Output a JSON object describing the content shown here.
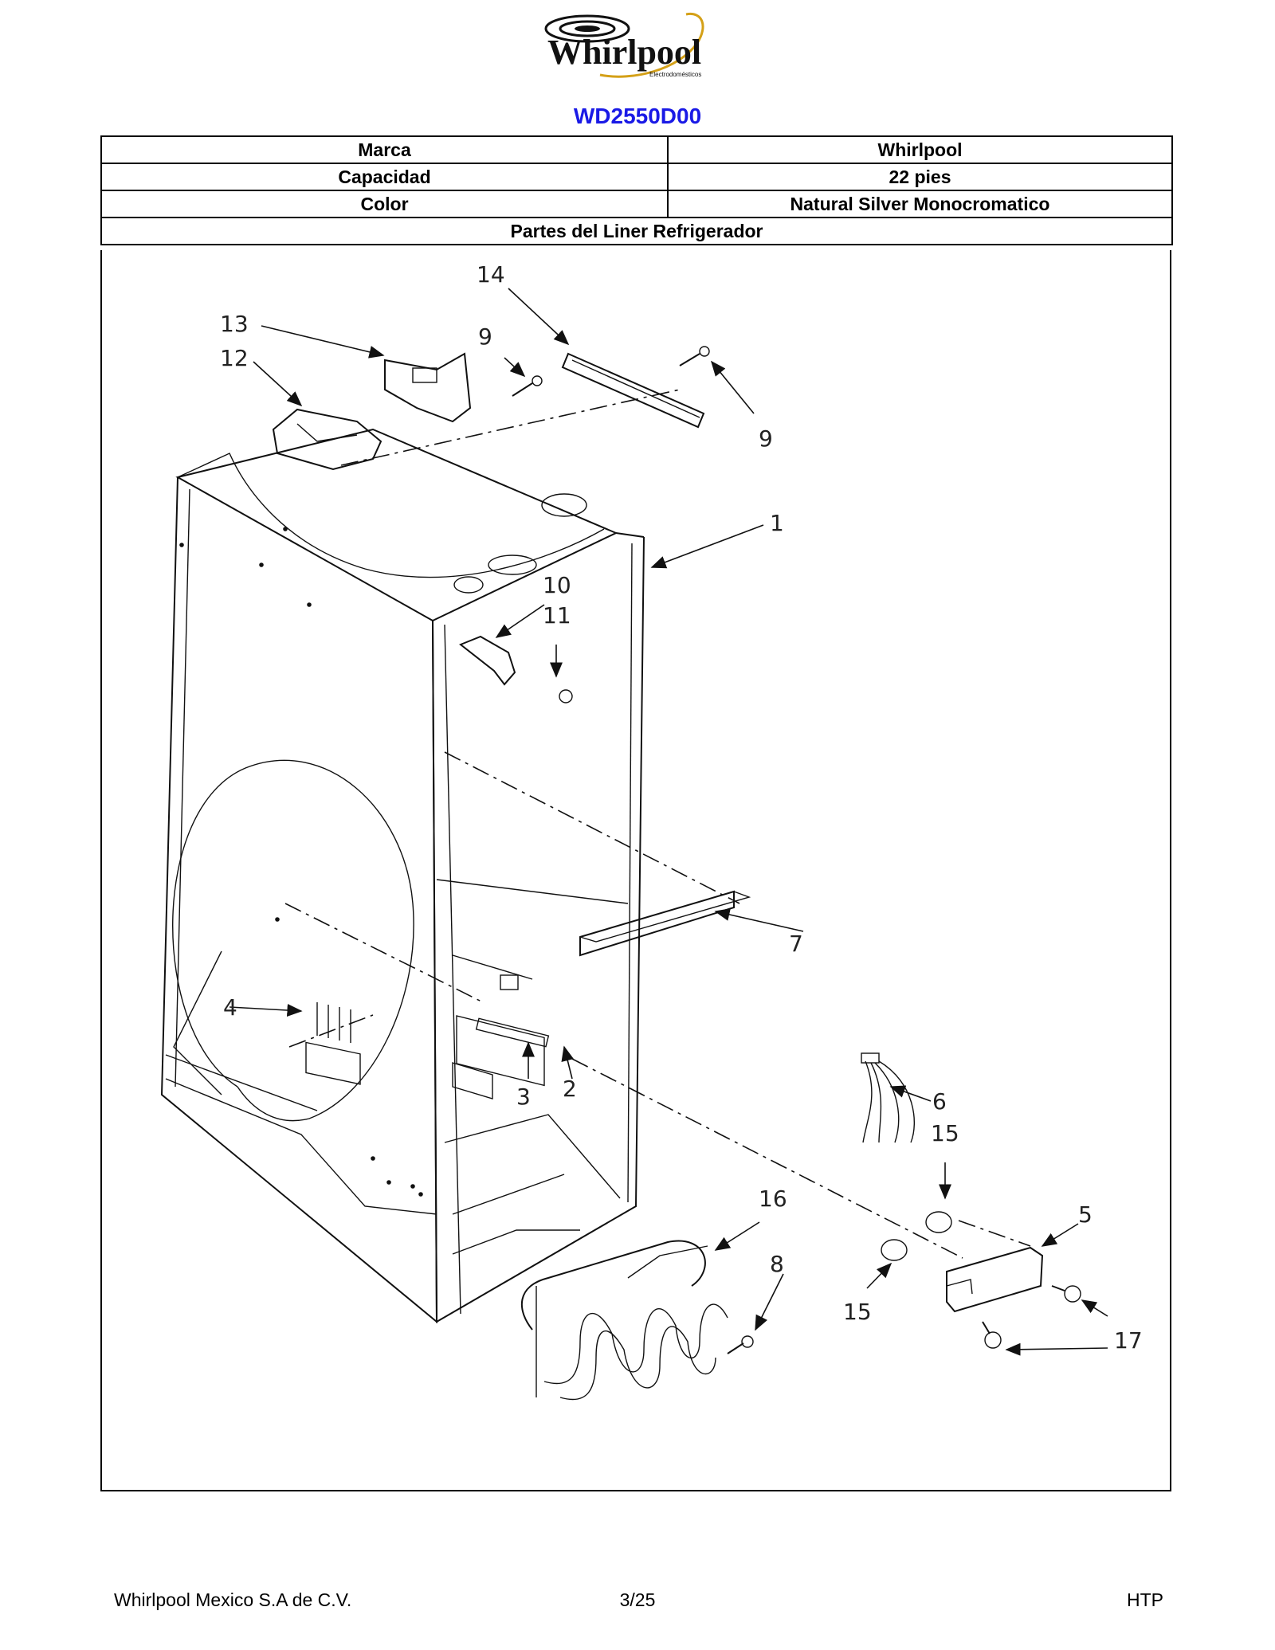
{
  "header": {
    "logo_text": "Whirlpool",
    "logo_subtext": "Electrodomésticos",
    "model": "WD2550D00"
  },
  "specs": [
    {
      "label": "Marca",
      "value": "Whirlpool"
    },
    {
      "label": "Capacidad",
      "value": "22 pies"
    },
    {
      "label": "Color",
      "value": "Natural Silver Monocromatico"
    }
  ],
  "section_title": "Partes del Liner Refrigerador",
  "callouts": [
    "14",
    "13",
    "9",
    "12",
    "9",
    "1",
    "10",
    "11",
    "7",
    "4",
    "3",
    "2",
    "6",
    "15",
    "16",
    "5",
    "8",
    "15",
    "17"
  ],
  "footer": {
    "company": "Whirlpool Mexico S.A de C.V.",
    "page": "3/25",
    "code": "HTP"
  }
}
